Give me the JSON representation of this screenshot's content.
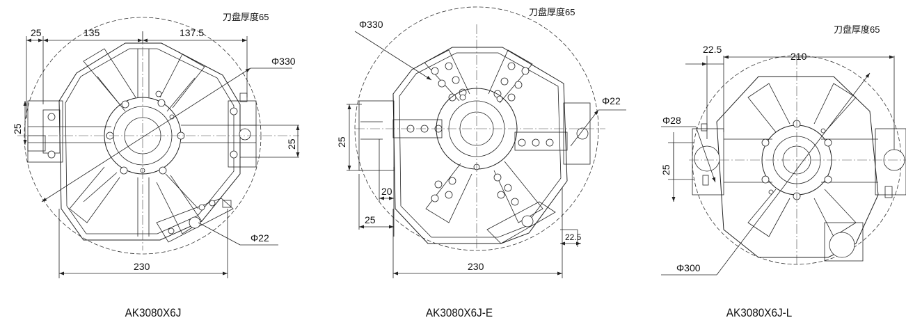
{
  "drawings": [
    {
      "model": "AK3080X6J",
      "thickness_note": "刀盘厚度65",
      "dims": {
        "d_outer": "Φ330",
        "d_hole": "Φ22",
        "w_25": "25",
        "w_135": "135",
        "w_1375": "137.5",
        "h_25_left": "25",
        "h_25_right": "25",
        "w_230": "230"
      }
    },
    {
      "model": "AK3080X6J-E",
      "thickness_note": "刀盘厚度65",
      "dims": {
        "d_outer": "Φ330",
        "d_hole": "Φ22",
        "h_25": "25",
        "w_20": "20",
        "w_25": "25",
        "w_225": "22.5",
        "w_230": "230"
      }
    },
    {
      "model": "AK3080X6J-L",
      "thickness_note": "刀盘厚度65",
      "dims": {
        "w_225": "22.5",
        "w_210": "210",
        "d_28": "Φ28",
        "h_25": "25",
        "d_300": "Φ300"
      }
    }
  ]
}
